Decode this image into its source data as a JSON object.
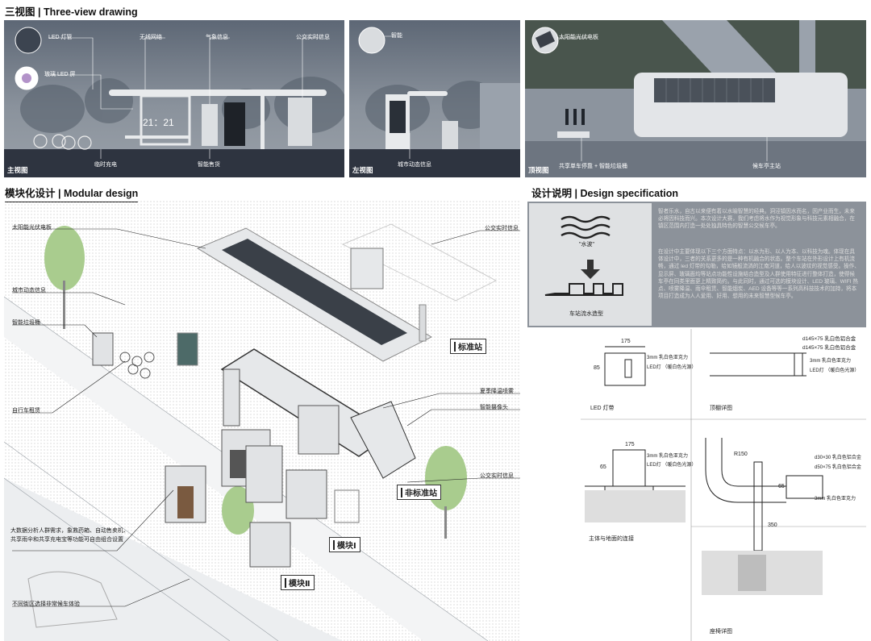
{
  "headings": {
    "three_view": "三视图 | Three-view drawing",
    "modular": "模块化设计 | Modular design",
    "spec": "设计说明 | Design specification"
  },
  "front_view": {
    "caption": "主视图",
    "labels": [
      "LED 灯管",
      "玻璃 LED 屏",
      "无线网络",
      "气象信息",
      "公交实时信息",
      "临时充电",
      "智能售货"
    ],
    "clock": "21：21"
  },
  "left_view": {
    "caption": "左视图",
    "labels": [
      "智能",
      "城市动态信息"
    ]
  },
  "top_view": {
    "caption": "顶视图",
    "labels": [
      "太阳能光伏电板",
      "共享单车停靠 + 智能垃圾桶",
      "候车亭主站"
    ]
  },
  "modular": {
    "labels_left": [
      "太阳能光伏电板",
      "城市动态信息",
      "智能垃圾桶",
      "自行车租赁"
    ],
    "labels_right": [
      "公交实时信息",
      "夏季降温喷雾",
      "智能摄像头",
      "公交实时信息"
    ],
    "bottom_note": "大数据分析人群需求，象救药箱、自动售卖机、共享雨伞和共享充电宝等功能可自由组合设置",
    "bottom_note2": "不同街区选择非常候车体验",
    "tags": [
      "标准站",
      "非标准站",
      "模块Ⅰ",
      "模块Ⅱ"
    ]
  },
  "spec": {
    "water_label": "\"水波\"",
    "station_label": "车站流水造型",
    "para1": "智者乐水，自古以来便有着以水喻智慧的经典。洞泾镇因水而名，因产业而生，未来必将因科技而兴。本次设计大赛，我们考虑将水作为视觉形象与科技元素相融合，在镇区范围内打造一处处独具特色的智慧公交候车亭。",
    "para2": "在设计中主要体现以下三个方面特点：以水为形、以人为本、以科技为魂。体现在具体设计中，三者的关系更多的是一种有机融合的状态。整个车站在外形设计上有机流畅，通过 led 灯带的勾勒，给如镜般流淌的江南河道，给人以波纹的视觉感受。操作、显示屏、玻璃面均等站点功能性设施结合造型及人群使用特征进行整体打造，使得候车亭在同类里面更上精致简约。与此同时，通过可选的模块设计、LED 玻璃、WIFI 热点、喷雾降温、雨伞租赁、智能烟炭、AED 设备等等一系列高科技技术的加持，将本项目打造成为人人爱用、好用、想用的未来智慧型候车亭。"
  },
  "details": {
    "led_strip": {
      "caption": "LED 灯带",
      "dims": [
        "175",
        "85",
        "3mm 乳白色亚克力",
        "LED灯 （暖白色光源）"
      ]
    },
    "roof": {
      "caption": "顶棚详图",
      "dims": [
        "d145×75 乳白色铝合金",
        "d145×75 乳白色铝合金",
        "3mm 乳白色亚克力",
        "LED灯 （暖白色光源）"
      ]
    },
    "ground": {
      "caption": "主体与地面的连接",
      "dims": [
        "175",
        "65",
        "3mm 乳白色亚克力",
        "LED灯 （暖白色光源）"
      ]
    },
    "seat": {
      "caption": "座椅详图",
      "dims": [
        "R150",
        "d30×30 乳白色铝合金",
        "d50×75 乳白色铝合金",
        "65",
        "3mm 乳白色亚克力",
        "350"
      ]
    }
  },
  "colors": {
    "panel_bg": "#6b7480",
    "ground": "#2e3440",
    "canopy": "#e8eaec",
    "spec_bg": "#8c929a",
    "tree": "#a9cc8e"
  }
}
